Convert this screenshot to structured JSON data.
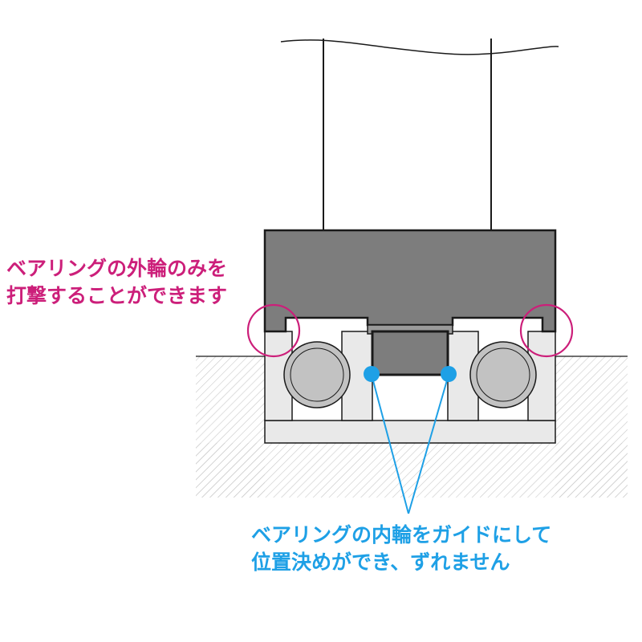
{
  "colors": {
    "outline": "#1a1a1a",
    "tool_fill": "#7d7d7d",
    "ring_fill": "#e9e9e9",
    "ball_fill": "#c2c2c2",
    "hatch": "#c9c9c9",
    "accent_pink": "#cc1f7a",
    "accent_blue": "#1ea0e6"
  },
  "notes": {
    "outer_ring": {
      "line1": "ベアリングの外輪のみを",
      "line2": "打撃することができます"
    },
    "inner_ring": {
      "line1": "ベアリングの内輪をガイドにして",
      "line2": "位置決めができ、ずれません"
    }
  }
}
